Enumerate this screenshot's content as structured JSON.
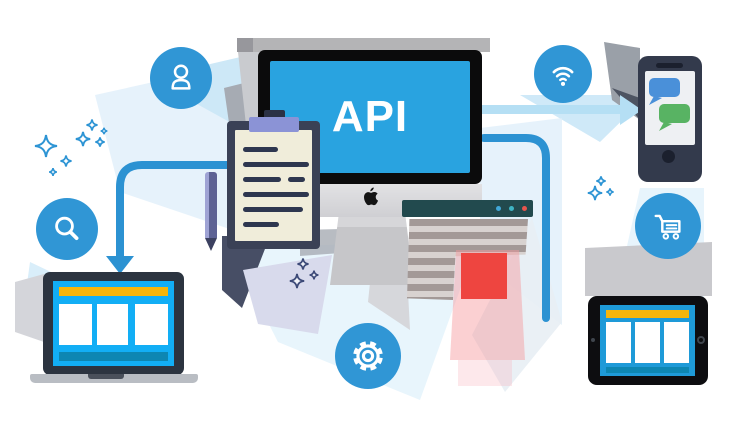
{
  "illustration": {
    "type": "api-integration-diagram",
    "monitor": {
      "label": "API"
    },
    "icons": [
      "user-icon",
      "wifi-icon",
      "search-icon",
      "shopping-cart-icon",
      "gear-icon",
      "apple-logo-icon",
      "chat-bubbles-icon",
      "clipboard-document",
      "pen",
      "barcode-scanner-laser",
      "laptop-browser",
      "tablet-browser",
      "smartphone-chat",
      "sparkle-stars"
    ],
    "colors": {
      "node_blue": "#3096d5",
      "screen_blue": "#29a3e0",
      "bright_screen_blue": "#12aef5",
      "tablet_screen_blue": "#1e9ad8",
      "header_yellow": "#f7b50a",
      "footer_teal": "#0d86b2",
      "connector_blue": "#2c92d2",
      "light_band_blue": "#b5dff4",
      "dark_frame": "#2c3440",
      "clipboard_navy": "#3a4156",
      "paper_cream": "#f0edda",
      "clip_lavender": "#8b93d6",
      "scanner_teal": "#224a4e",
      "laser_red": "#ee4540",
      "laser_pink": "#f79aa0",
      "chat_bubble_blue": "#4a90d9",
      "chat_bubble_green": "#58b363",
      "phone_navy": "#333a4c",
      "sparkle_blue": "#2d94d4",
      "sparkle_navy": "#3d4a78"
    }
  }
}
